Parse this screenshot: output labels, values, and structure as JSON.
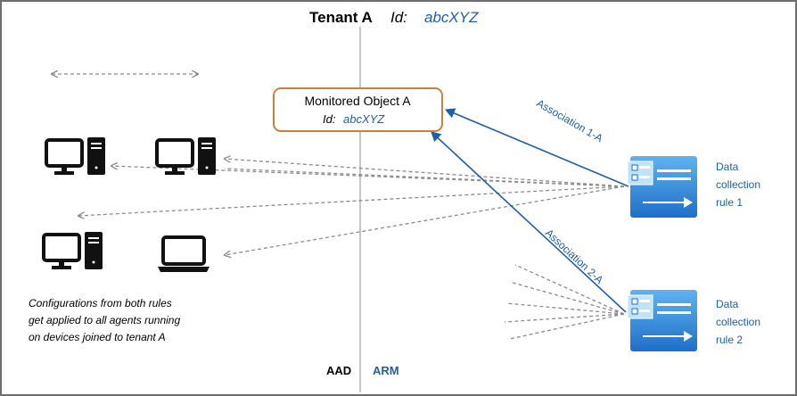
{
  "title": {
    "tenant": "Tenant A",
    "id_label": "Id:",
    "id_value": "abcXYZ"
  },
  "monitored_object": {
    "title": "Monitored Object A",
    "id_label": "Id:",
    "id_value": "abcXYZ"
  },
  "associations": [
    {
      "label": "Association 1-A"
    },
    {
      "label": "Association 2-A"
    }
  ],
  "rules": [
    {
      "line1": "Data",
      "line2": "collection",
      "line3": "rule 1"
    },
    {
      "line1": "Data",
      "line2": "collection",
      "line3": "rule 2"
    }
  ],
  "note": {
    "line1": "Configurations from both rules",
    "line2": "get applied to all agents running",
    "line3": "on devices joined to tenant A"
  },
  "zones": {
    "left": "AAD",
    "right": "ARM"
  },
  "colors": {
    "accent_blue": "#1f5fa8",
    "box_border": "#c8823a",
    "rule_blue": "#2a87d8",
    "dashed_gray": "#8c8c8c"
  }
}
